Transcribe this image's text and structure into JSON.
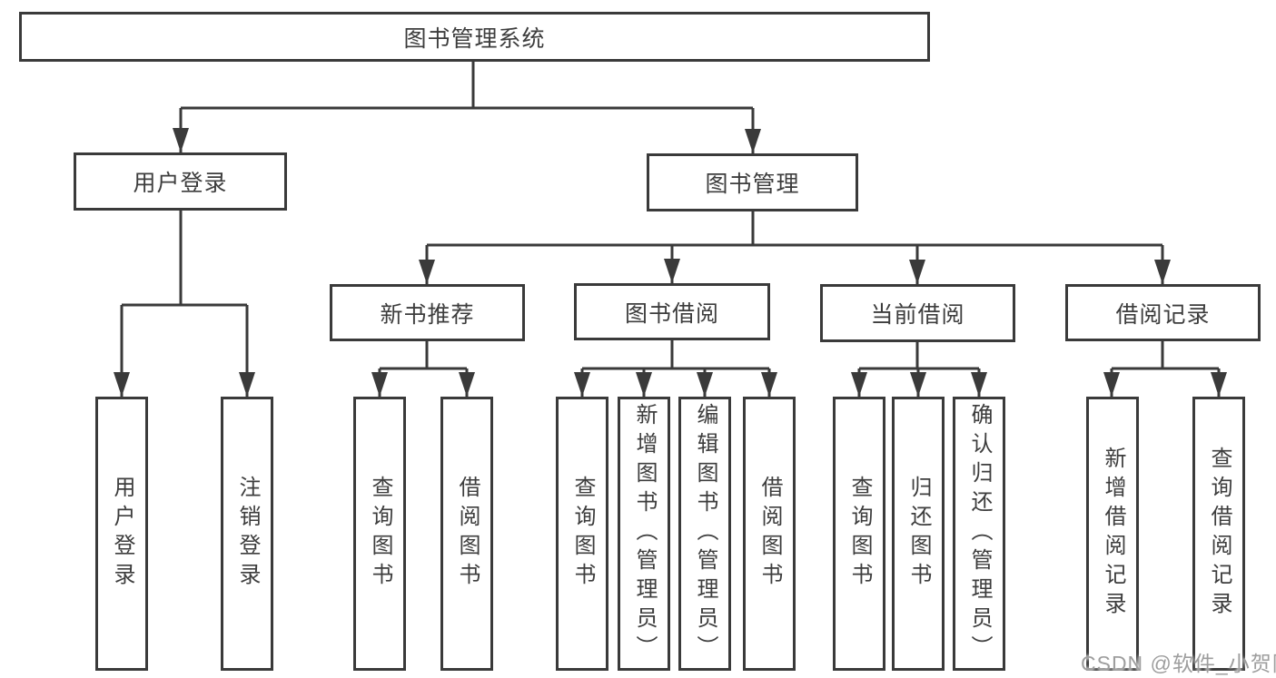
{
  "colors": {
    "line": "#3a3a3a",
    "box_border": "#3a3a3a",
    "text": "#3d3d3d",
    "watermark_text": "#9e9e9e",
    "background": "#ffffff"
  },
  "watermark": {
    "text": "CSDN @软件_小贺同学"
  },
  "diagram": {
    "type": "hierarchy",
    "root": {
      "label": "图书管理系统"
    },
    "branches": [
      {
        "label": "用户登录",
        "children": [
          {
            "label": "用户登录"
          },
          {
            "label": "注销登录"
          }
        ]
      },
      {
        "label": "图书管理",
        "children": [
          {
            "label": "新书推荐",
            "children": [
              {
                "label": "查询图书"
              },
              {
                "label": "借阅图书"
              }
            ]
          },
          {
            "label": "图书借阅",
            "children": [
              {
                "label": "查询图书"
              },
              {
                "label": "新增图书（管理员）"
              },
              {
                "label": "编辑图书（管理员）"
              },
              {
                "label": "借阅图书"
              }
            ]
          },
          {
            "label": "当前借阅",
            "children": [
              {
                "label": "查询图书"
              },
              {
                "label": "归还图书"
              },
              {
                "label": "确认归还（管理员）"
              }
            ]
          },
          {
            "label": "借阅记录",
            "children": [
              {
                "label": "新增借阅记录"
              },
              {
                "label": "查询借阅记录"
              }
            ]
          }
        ]
      }
    ]
  }
}
